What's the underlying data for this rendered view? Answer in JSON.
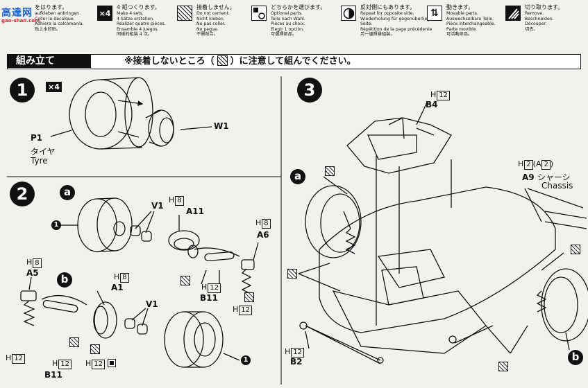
{
  "brand": {
    "name": "高達网",
    "sub": "gao-shan.com"
  },
  "legend": [
    {
      "icon": "glue-icon",
      "symbol": "",
      "jp": "をはります。",
      "lines": [
        "aufkleben anbringen.",
        "Coller le décalque.",
        "Adhiera la calcomanía.",
        "贴上水印贴。"
      ]
    },
    {
      "icon": "x4-icon",
      "symbol": "×4",
      "jp": "4 組つくります。",
      "lines": [
        "Make 4 sets.",
        "4 Sätze erstellen.",
        "Réalizer quatre pièces.",
        "Ensamble 4 juegos.",
        "同樣的組裝 4 次。"
      ]
    },
    {
      "icon": "no-glue-icon",
      "symbol": "",
      "jp": "接着しません。",
      "lines": [
        "Do not cement.",
        "Nicht kleben.",
        "Ne pas coller.",
        "No pegue.",
        "不需粘合。"
      ]
    },
    {
      "icon": "option-icon",
      "symbol": "",
      "jp": "どちらかを選びます。",
      "lines": [
        "Optional parts.",
        "Teile nach Wahl.",
        "Pièces au choix.",
        "Elegir 1 opción.",
        "可選擇部品。"
      ]
    },
    {
      "icon": "opposite-side-icon",
      "symbol": "",
      "jp": "反対側にもあります。",
      "lines": [
        "Repeat for opposite side.",
        "Wiederholung für gegenüberliegende",
        "Seite.",
        "Répétition de la page précédente",
        "另一邊照樣組裝。"
      ]
    },
    {
      "icon": "movable-icon",
      "symbol": "",
      "jp": "動きます。",
      "lines": [
        "Movable parts.",
        "Auswechselbare Teile.",
        "Pièce interchangeable.",
        "Parte movible.",
        "可活動部品。"
      ]
    },
    {
      "icon": "cut-icon",
      "symbol": "",
      "jp": "切り取ります。",
      "lines": [
        "Remove.",
        "Beschneiden.",
        "Découper.",
        "切去。"
      ]
    }
  ],
  "banner": {
    "title": "組み立て",
    "note_before": "※接着しないところ（",
    "note_after": "）に注意して組んでください。"
  },
  "step1": {
    "num": "1",
    "badge": "×4",
    "part": "P1",
    "name_jp": "タイヤ",
    "name_en": "Tyre",
    "wheel": "W1"
  },
  "step2": {
    "num": "2",
    "a": "a",
    "b": "b",
    "one": "1",
    "v1": "V1",
    "a11": "A11",
    "h8": "H",
    "h8box": "8",
    "a6": "A6",
    "a5": "A5",
    "a1": "A1",
    "b11": "B11",
    "h12": "H",
    "h12box": "12"
  },
  "step3": {
    "num": "3",
    "b4": "B4",
    "a9": "A9",
    "chassis_jp": "シャーシ",
    "chassis_en": "Chassis",
    "h2": "H",
    "h2box": "2",
    "a2paren_open": "(A",
    "a2box": "2",
    "a2paren_close": ")",
    "b2": "B2",
    "a": "a",
    "b": "b"
  }
}
